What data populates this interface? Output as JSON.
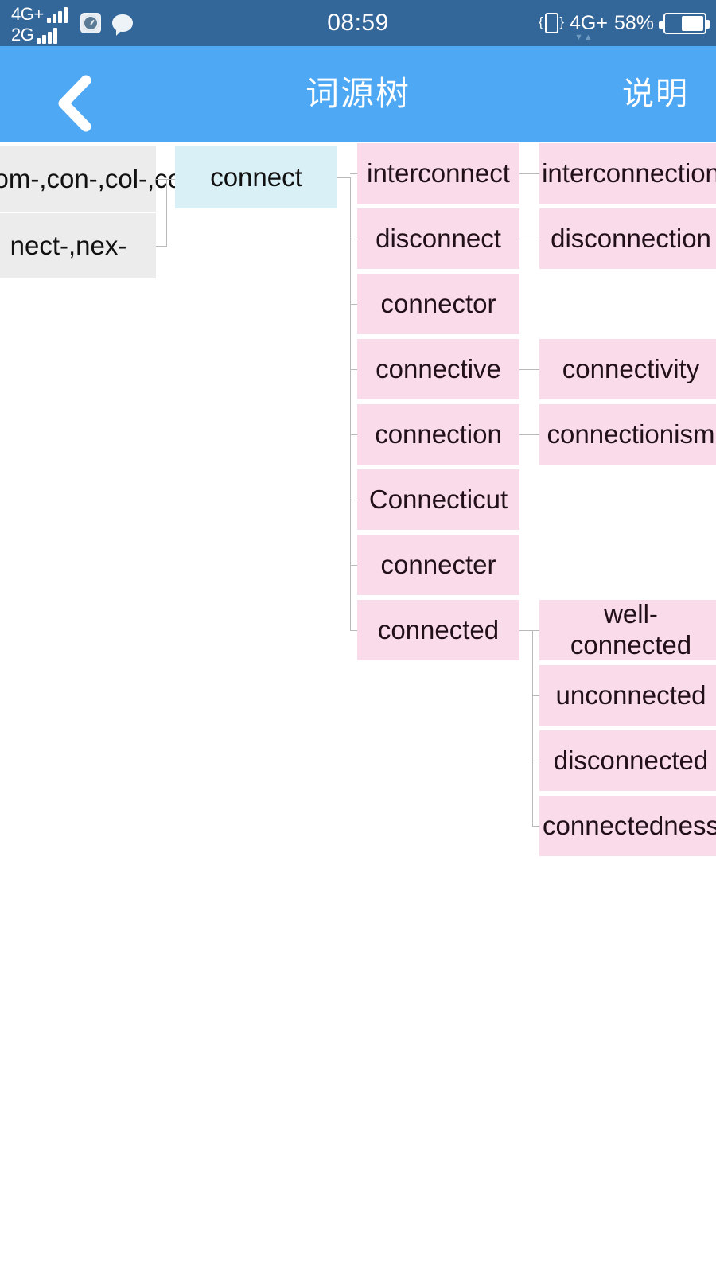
{
  "status_bar": {
    "network_primary": "4G+",
    "network_secondary": "2G",
    "time": "08:59",
    "network_right": "4G+",
    "battery_percent": "58%",
    "icons": [
      "signal-bars-icon",
      "clock-icon",
      "chat-bubble-icon",
      "vibrate-icon",
      "battery-icon"
    ]
  },
  "nav_bar": {
    "back_icon": "chevron-left-icon",
    "title": "词源树",
    "action_label": "说明"
  },
  "tree": {
    "roots": [
      {
        "label": "co-,com-,con-,col-,cor-"
      },
      {
        "label": "nect-,nex-"
      }
    ],
    "focus_word": "connect",
    "derivatives": [
      {
        "label": "interconnect",
        "children": [
          "interconnection"
        ]
      },
      {
        "label": "disconnect",
        "children": [
          "disconnection"
        ]
      },
      {
        "label": "connector",
        "children": []
      },
      {
        "label": "connective",
        "children": [
          "connectivity"
        ]
      },
      {
        "label": "connection",
        "children": [
          "connectionism"
        ]
      },
      {
        "label": "Connecticut",
        "children": []
      },
      {
        "label": "connecter",
        "children": []
      },
      {
        "label": "connected",
        "children": [
          "well-connected",
          "unconnected",
          "disconnected",
          "connectedness"
        ]
      }
    ]
  },
  "colors": {
    "status_bar_bg": "#336699",
    "nav_bar_bg": "#4fa8f3",
    "root_node_bg": "#ececec",
    "focus_node_bg": "#d9f0f7",
    "derivative_node_bg": "#f9dbe9",
    "connector_line": "#b9b9b9",
    "page_bg": "#ffffff"
  }
}
